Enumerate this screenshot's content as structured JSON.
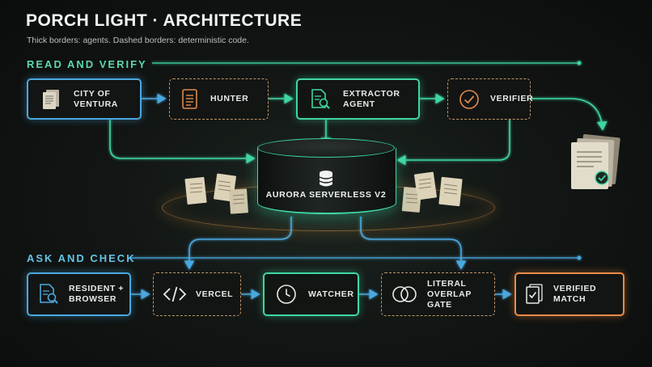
{
  "title": "PORCH LIGHT · ARCHITECTURE",
  "subtitle": "Thick borders: agents. Dashed borders: deterministic code.",
  "sections": {
    "read": "READ AND VERIFY",
    "ask": "ASK AND CHECK"
  },
  "read_nodes": {
    "city": "CITY OF VENTURA",
    "hunter": "HUNTER",
    "extractor": "EXTRACTOR AGENT",
    "verifier": "VERIFIER"
  },
  "database": "AURORA SERVERLESS V2",
  "ask_nodes": {
    "resident": "RESIDENT + BROWSER",
    "vercel": "VERCEL",
    "watcher": "WATCHER",
    "gate": "LITERAL OVERLAP GATE",
    "match": "VERIFIED MATCH"
  },
  "colors": {
    "agent_green": "#3fd6a2",
    "agent_blue": "#4aa8e0",
    "agent_orange": "#ec8a4a",
    "deterministic_dashed": "#c49668",
    "read_label": "#5fd6b0",
    "ask_label": "#63c3ea"
  },
  "icons": {
    "city": "documents-stack-icon",
    "hunter": "document-list-icon",
    "extractor": "document-search-icon",
    "verifier": "check-circle-icon",
    "database": "database-icon",
    "resident": "document-search-icon",
    "vercel": "code-brackets-icon",
    "watcher": "clock-icon",
    "gate": "venn-overlap-icon",
    "match": "document-check-icon",
    "output": "verified-documents-icon"
  }
}
